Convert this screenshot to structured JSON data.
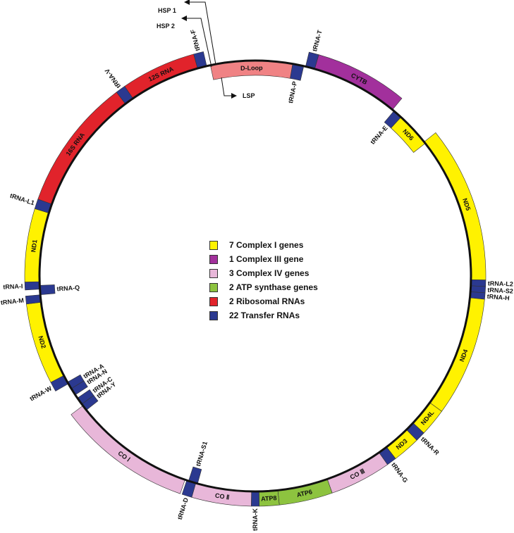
{
  "colors": {
    "complex_i": "#FFF200",
    "complex_iii": "#A2309C",
    "complex_iv": "#E8B7D9",
    "atp": "#8DC33F",
    "rrna": "#E1232B",
    "trna": "#2B3990",
    "dloop": "#F08284"
  },
  "legend": [
    {
      "label": "7 Complex I genes",
      "category": "complex_i"
    },
    {
      "label": "1 Complex III gene",
      "category": "complex_iii"
    },
    {
      "label": "3 Complex IV genes",
      "category": "complex_iv"
    },
    {
      "label": "2 ATP synthase genes",
      "category": "atp"
    },
    {
      "label": "2 Ribosomal RNAs",
      "category": "rrna"
    },
    {
      "label": "22 Transfer RNAs",
      "category": "trna"
    }
  ],
  "promoters": {
    "hsp1": "HSP 1",
    "hsp2": "HSP 2",
    "lsp": "LSP"
  },
  "genes": [
    {
      "id": "dloop",
      "label": "D-Loop",
      "category": "dloop",
      "strand": "inner"
    },
    {
      "id": "trna-p",
      "label": "tRNA-P",
      "category": "trna",
      "strand": "inner"
    },
    {
      "id": "trna-t",
      "label": "tRNA-T",
      "category": "trna",
      "strand": "outer"
    },
    {
      "id": "cytb",
      "label": "CYTB",
      "category": "complex_iii",
      "strand": "outer"
    },
    {
      "id": "trna-e",
      "label": "tRNA-E",
      "category": "trna",
      "strand": "inner"
    },
    {
      "id": "nd6",
      "label": "ND6",
      "category": "complex_i",
      "strand": "inner"
    },
    {
      "id": "nd5",
      "label": "ND5",
      "category": "complex_i",
      "strand": "outer"
    },
    {
      "id": "trna-l2",
      "label": "tRNA-L2",
      "category": "trna",
      "strand": "outer"
    },
    {
      "id": "trna-s2",
      "label": "tRNA-S2",
      "category": "trna",
      "strand": "outer"
    },
    {
      "id": "trna-h",
      "label": "tRNA-H",
      "category": "trna",
      "strand": "outer"
    },
    {
      "id": "nd4",
      "label": "ND4",
      "category": "complex_i",
      "strand": "outer"
    },
    {
      "id": "nd4l",
      "label": "ND4L",
      "category": "complex_i",
      "strand": "outer"
    },
    {
      "id": "trna-r",
      "label": "tRNA-R",
      "category": "trna",
      "strand": "outer"
    },
    {
      "id": "nd3",
      "label": "ND3",
      "category": "complex_i",
      "strand": "outer"
    },
    {
      "id": "trna-g",
      "label": "tRNA-G",
      "category": "trna",
      "strand": "outer"
    },
    {
      "id": "co3",
      "label": "CO Ⅲ",
      "category": "complex_iv",
      "strand": "outer"
    },
    {
      "id": "atp6",
      "label": "ATP6",
      "category": "atp",
      "strand": "outer"
    },
    {
      "id": "atp8",
      "label": "ATP8",
      "category": "atp",
      "strand": "outer"
    },
    {
      "id": "trna-k",
      "label": "tRNA-K",
      "category": "trna",
      "strand": "outer"
    },
    {
      "id": "co2",
      "label": "CO Ⅱ",
      "category": "complex_iv",
      "strand": "outer"
    },
    {
      "id": "trna-d",
      "label": "tRNA-D",
      "category": "trna",
      "strand": "outer"
    },
    {
      "id": "trna-s1",
      "label": "tRNA-S1",
      "category": "trna",
      "strand": "inner"
    },
    {
      "id": "co1",
      "label": "CO Ⅰ",
      "category": "complex_iv",
      "strand": "outer"
    },
    {
      "id": "trna-y",
      "label": "tRNA-Y",
      "category": "trna",
      "strand": "inner"
    },
    {
      "id": "trna-c",
      "label": "tRNA-C",
      "category": "trna",
      "strand": "inner"
    },
    {
      "id": "trna-n",
      "label": "tRNA-N",
      "category": "trna",
      "strand": "inner"
    },
    {
      "id": "trna-a",
      "label": "tRNA-A",
      "category": "trna",
      "strand": "inner"
    },
    {
      "id": "trna-w",
      "label": "tRNA-W",
      "category": "trna",
      "strand": "outer"
    },
    {
      "id": "nd2",
      "label": "ND2",
      "category": "complex_i",
      "strand": "outer"
    },
    {
      "id": "trna-m",
      "label": "tRNA-M",
      "category": "trna",
      "strand": "outer"
    },
    {
      "id": "trna-q",
      "label": "tRNA-Q",
      "category": "trna",
      "strand": "inner"
    },
    {
      "id": "trna-i",
      "label": "tRNA-I",
      "category": "trna",
      "strand": "outer"
    },
    {
      "id": "nd1",
      "label": "ND1",
      "category": "complex_i",
      "strand": "outer"
    },
    {
      "id": "trna-l1",
      "label": "tRNA-L1",
      "category": "trna",
      "strand": "outer"
    },
    {
      "id": "16s",
      "label": "16S RNA",
      "category": "rrna",
      "strand": "outer"
    },
    {
      "id": "trna-v",
      "label": "tRNA-V",
      "category": "trna",
      "strand": "outer"
    },
    {
      "id": "12s",
      "label": "12S RNA",
      "category": "rrna",
      "strand": "outer"
    },
    {
      "id": "trna-f",
      "label": "tRNA-F",
      "category": "trna",
      "strand": "outer"
    }
  ]
}
